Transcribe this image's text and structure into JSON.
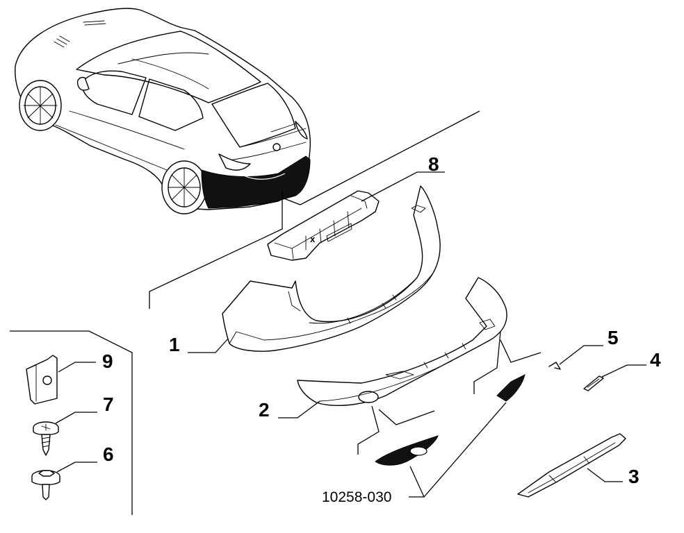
{
  "callouts": {
    "c1": "1",
    "c2": "2",
    "c3": "3",
    "c4": "4",
    "c5": "5",
    "c6": "6",
    "c7": "7",
    "c8": "8",
    "c9": "9"
  },
  "marker_x": "x",
  "drawing_code": "10258-030",
  "colors": {
    "ink": "#000000",
    "paper": "#ffffff"
  }
}
